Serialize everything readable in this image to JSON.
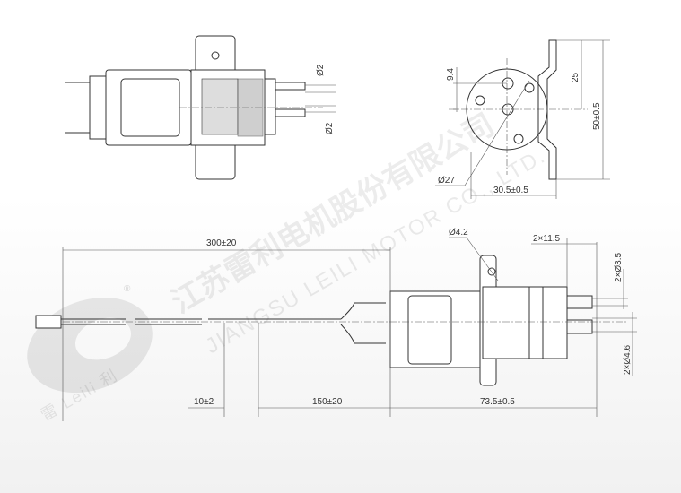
{
  "watermark": {
    "company_cn": "江苏雷利电机股份有限公司",
    "company_en": "JIANGSU LEILI MOTOR CO., LTD.",
    "logo": "雷 Leili 利",
    "registered": "®"
  },
  "top_view": {
    "port_dia_top": "Ø2",
    "port_dia_bottom": "Ø2"
  },
  "end_view": {
    "offset": "9.4",
    "body_dia": "Ø27",
    "width": "30.5±0.5",
    "bracket_half": "25",
    "bracket_height": "50±0.5"
  },
  "side_view": {
    "wire_length": "300±20",
    "strip_length": "10±2",
    "split_length": "150±20",
    "body_length": "73.5±0.5",
    "mount_hole": "Ø4.2",
    "port_length": "2×11.5",
    "port_inner": "2×Ø3.5",
    "port_outer": "2×Ø4.6"
  }
}
